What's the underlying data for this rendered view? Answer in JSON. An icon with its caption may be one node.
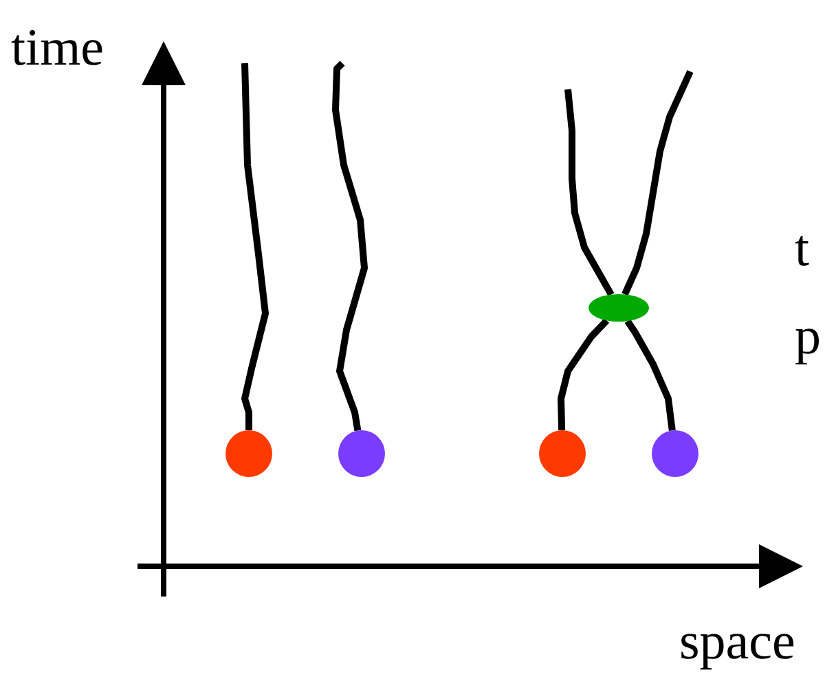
{
  "diagram": {
    "nodes": [
      {
        "text": [],
        "shape": "circle"
      },
      {
        "text": [],
        "shape": "circle"
      },
      {
        "text": [],
        "shape": "circle"
      },
      {
        "text": [],
        "shape": "circle"
      },
      {
        "text": [],
        "shape": "ellipse"
      }
    ],
    "edges": [
      {
        "from": 0,
        "to": null,
        "arrow": "none"
      },
      {
        "from": 1,
        "to": null,
        "arrow": "none"
      },
      {
        "from": 2,
        "to": 4,
        "arrow": "none"
      },
      {
        "from": 3,
        "to": 4,
        "arrow": "none"
      },
      {
        "from": 4,
        "to": null,
        "arrow": "none"
      },
      {
        "from": 4,
        "to": null,
        "arrow": "none"
      }
    ],
    "labels": [
      "time",
      "t",
      "p",
      "space"
    ]
  }
}
